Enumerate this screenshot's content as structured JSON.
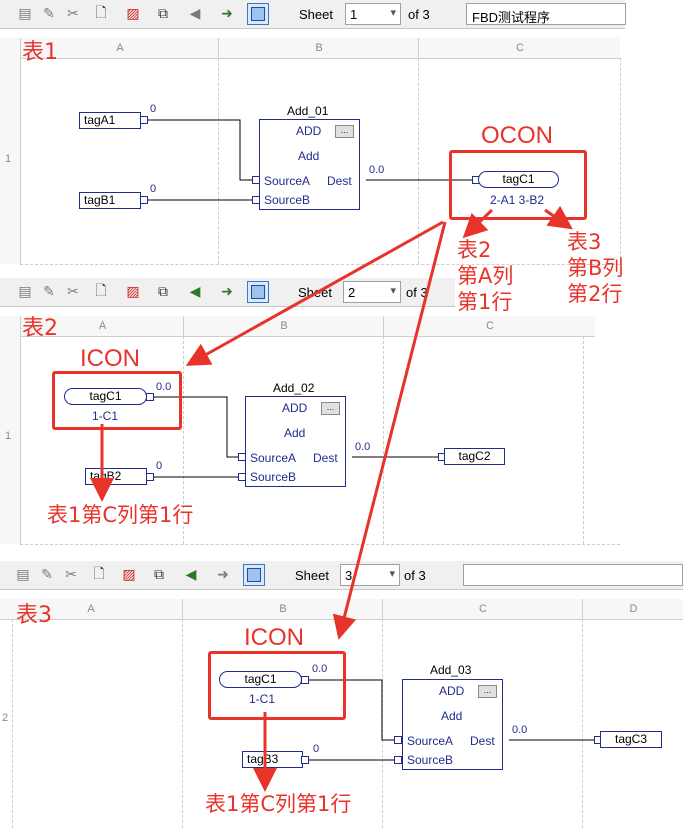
{
  "toolbar_icons": [
    "grid-list-icon",
    "edit-icon",
    "tools-icon",
    "new-page-icon",
    "delete-page-icon",
    "copy-page-icon",
    "previous-arrow-icon",
    "next-arrow-icon",
    "grid-view-icon"
  ],
  "accent_red": "#e8332b",
  "wire_blue": "#1f2d8c",
  "sheets": [
    {
      "toolbar": {
        "sheet_label": "Sheet",
        "sheet_value": "1",
        "of_label": "of 3",
        "title": "FBD测试程序"
      },
      "columns": [
        "A",
        "B",
        "C"
      ],
      "row": "1",
      "ann_label": "表1",
      "inputs": [
        {
          "tag": "tagA1",
          "value": "0"
        },
        {
          "tag": "tagB1",
          "value": "0"
        }
      ],
      "block": {
        "name": "Add_01",
        "op": "ADD",
        "subop": "Add",
        "in1": "SourceA",
        "in2": "SourceB",
        "out": "Dest",
        "btn": "...",
        "out_value": "0.0"
      },
      "output": {
        "tag": "tagC1",
        "xref": "2-A1 3-B2"
      }
    },
    {
      "toolbar": {
        "sheet_label": "Sheet",
        "sheet_value": "2",
        "of_label": "of 3"
      },
      "columns": [
        "A",
        "B",
        "C"
      ],
      "row": "1",
      "ann_label": "表2",
      "input_ref": {
        "tag": "tagC1",
        "value": "0.0",
        "xref": "1-C1"
      },
      "inputs": [
        {
          "tag": "tagB2",
          "value": "0"
        }
      ],
      "block": {
        "name": "Add_02",
        "op": "ADD",
        "subop": "Add",
        "in1": "SourceA",
        "in2": "SourceB",
        "out": "Dest",
        "btn": "...",
        "out_value": "0.0"
      },
      "output": {
        "tag": "tagC2"
      }
    },
    {
      "toolbar": {
        "sheet_label": "Sheet",
        "sheet_value": "3",
        "of_label": "of 3"
      },
      "columns": [
        "A",
        "B",
        "C",
        "D"
      ],
      "row": "2",
      "ann_label": "表3",
      "input_ref": {
        "tag": "tagC1",
        "value": "0.0",
        "xref": "1-C1"
      },
      "inputs": [
        {
          "tag": "tagB3",
          "value": "0"
        }
      ],
      "block": {
        "name": "Add_03",
        "op": "ADD",
        "subop": "Add",
        "in1": "SourceA",
        "in2": "SourceB",
        "out": "Dest",
        "btn": "...",
        "out_value": "0.0"
      },
      "output": {
        "tag": "tagC3"
      }
    }
  ],
  "annotations": {
    "ocon": "OCON",
    "icon1": "ICON",
    "icon2": "ICON",
    "note_sheet2_lines": [
      "表2",
      "第A列",
      "第1行"
    ],
    "note_sheet3_lines": [
      "表3",
      "第B列",
      "第2行"
    ],
    "note_icon1": "表1第C列第1行",
    "note_icon2": "表1第C列第1行"
  }
}
